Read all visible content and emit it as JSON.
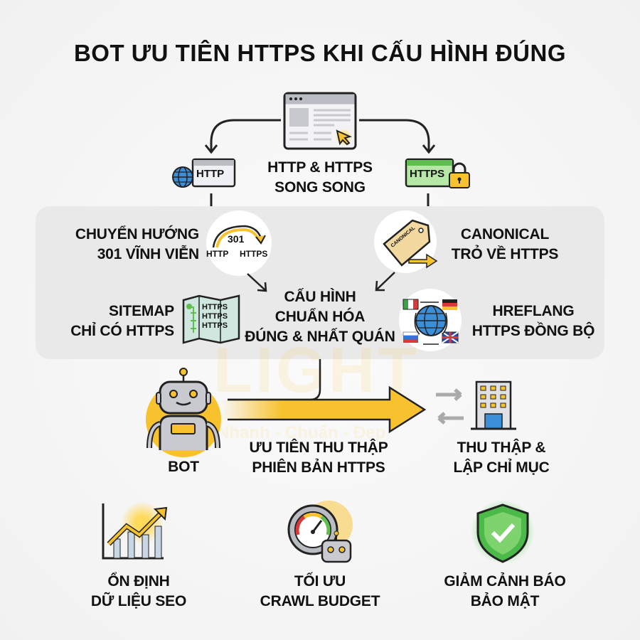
{
  "title": "BOT ƯU TIÊN HTTPS KHI CẤU HÌNH ĐÚNG",
  "watermark": {
    "brand": "LIGHT",
    "slogan": "Nhanh - Chuẩn - Đẹp"
  },
  "top": {
    "http_badge": "HTTP",
    "https_badge": "HTTPS",
    "center_label": [
      "HTTP & HTTPS",
      "SONG SONG"
    ]
  },
  "panel": {
    "redirect": {
      "label": [
        "CHUYỂN HƯỚNG",
        "301 VĨNH VIỄN"
      ],
      "icon_code": "301",
      "icon_from": "HTTP",
      "icon_to": "HTTPS"
    },
    "canonical": {
      "label": [
        "CANONICAL",
        "TRỎ VỀ HTTPS"
      ],
      "tag_text": "CANONICAL"
    },
    "sitemap": {
      "label": [
        "SITEMAP",
        "CHỈ CÓ HTTPS"
      ],
      "rows": [
        "HTTPS",
        "HTTPS",
        "HTTPS"
      ]
    },
    "hreflang": {
      "label": [
        "HREFLANG",
        "HTTPS ĐỒNG BỘ"
      ]
    },
    "center": [
      "CẤU HÌNH",
      "CHUẨN HÓA",
      "ĐÚNG & NHẤT QUÁN"
    ]
  },
  "flow": {
    "bot": "BOT",
    "priority": [
      "ƯU TIÊN THU THẬP",
      "PHIÊN BẢN HTTPS"
    ],
    "index": [
      "THU THẬP &",
      "LẬP CHỈ MỤC"
    ]
  },
  "benefits": [
    {
      "icon": "trend-chart-icon",
      "label": [
        "ỔN ĐỊNH",
        "DỮ LIỆU SEO"
      ]
    },
    {
      "icon": "gauge-robot-icon",
      "label": [
        "TỐI ƯU",
        "CRAWL BUDGET"
      ]
    },
    {
      "icon": "shield-check-icon",
      "label": [
        "GIẢM CẢNH BÁO",
        "BẢO MẬT"
      ]
    }
  ],
  "colors": {
    "accent": "#f7c22e",
    "https_green": "#8fd67a",
    "globe_blue": "#3b8fd9",
    "panel": "#e9e9e9"
  }
}
